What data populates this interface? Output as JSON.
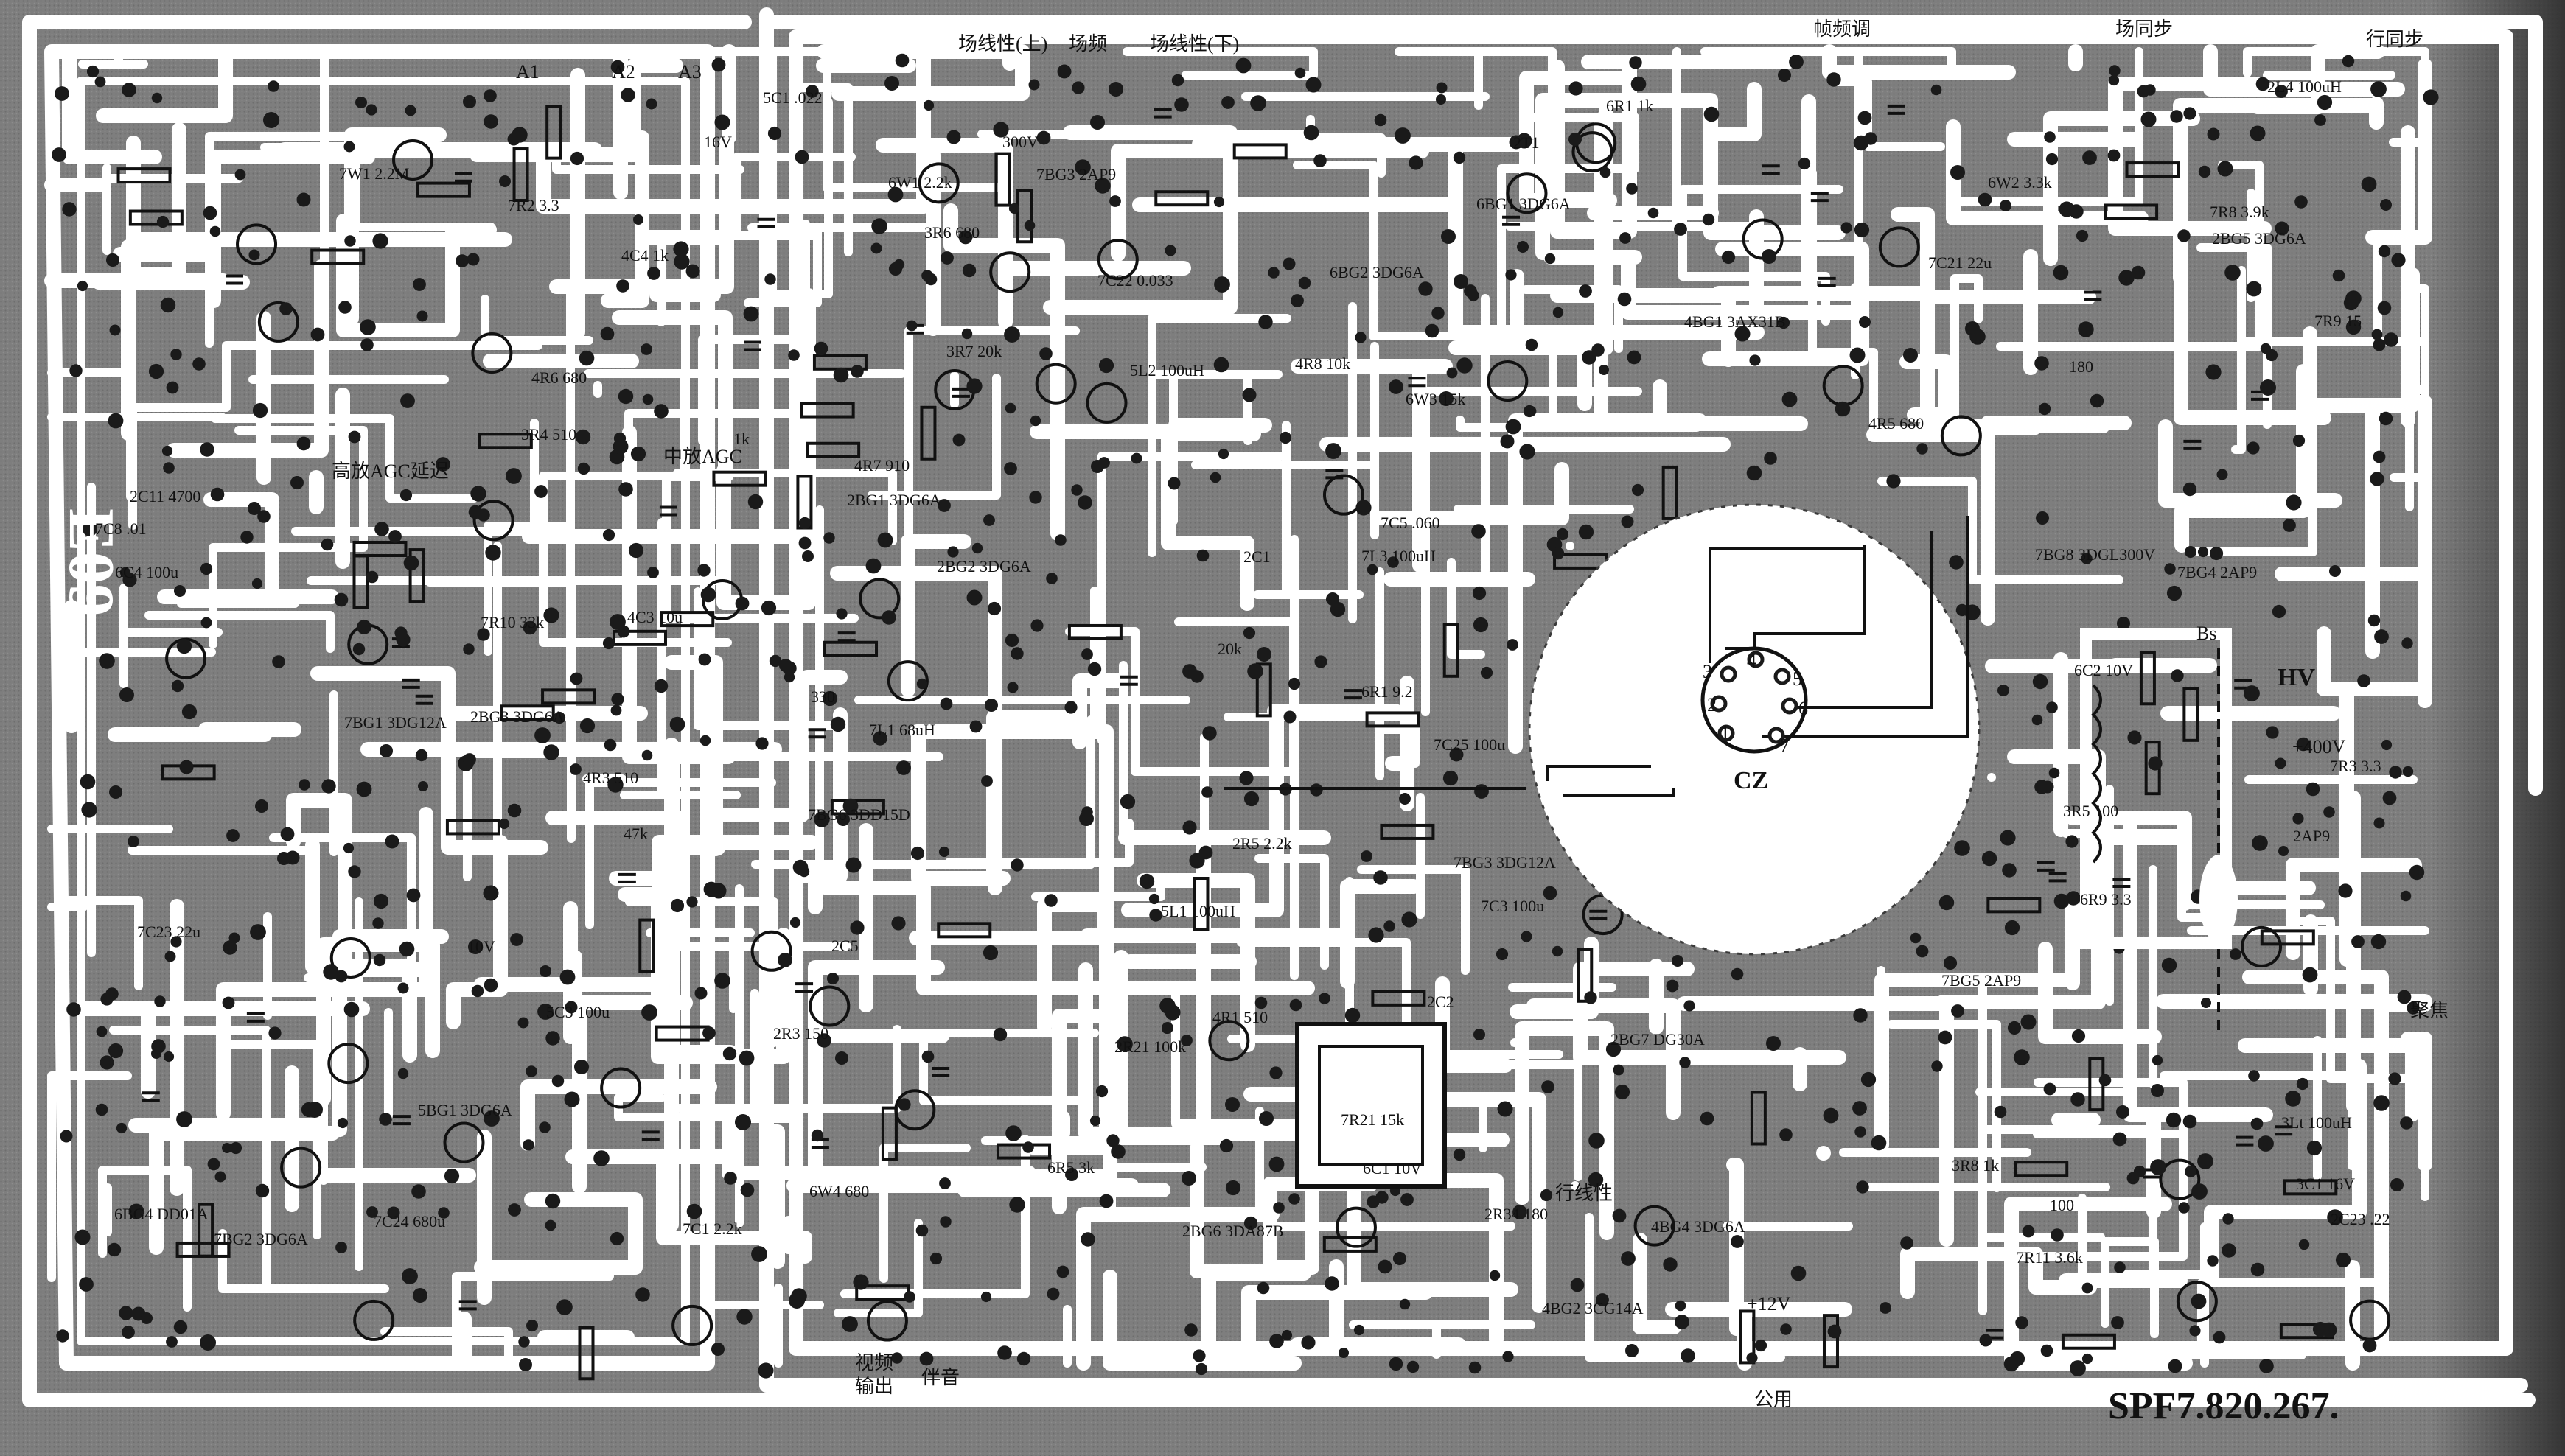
{
  "board": {
    "side_label": "E09",
    "part_number": "SPF7.820.267.",
    "tube_socket": {
      "label": "CZ",
      "pins": [
        "1",
        "2",
        "3",
        "4",
        "5",
        "6",
        "7"
      ]
    },
    "section_labels": [
      "场线性(上)",
      "场频",
      "场线性(下)",
      "帧频调",
      "场同步",
      "行同步",
      "高放AGC延迟",
      "中放AGC",
      "行线性",
      "HV",
      "+400V",
      "+12V",
      "聚焦",
      "视频",
      "伴音",
      "输出",
      "公用",
      "A1",
      "A2",
      "A3",
      "Bs"
    ],
    "components": [
      "2T1",
      "2C1",
      "2C2",
      "2C5",
      "2BG1 3DG6A",
      "2BG2 3DG6A",
      "2BG3 3DG6A",
      "2BG5 3DG6A",
      "4BG1 3AX31B",
      "4BG2 3CG14A",
      "4BG4 3DG6A",
      "5BG1 3DG6A",
      "6BG1 3DG6A",
      "6BG2 3DG6A",
      "6BG4 DD01A",
      "7BG1 3DG12A",
      "7BG2 3DG6A",
      "7BG3 3DG12A",
      "7BG5 2AP9",
      "7BG6 3DD15D",
      "7BG8 3DGL300V",
      "2BG6 3DA87B",
      "2BG7 DG30A",
      "2AP9",
      "7BG3 2AP9",
      "7BG4 2AP9",
      "4R1 510",
      "4R3 510",
      "4R5 680",
      "4R6 680",
      "4R7 910",
      "4R8 10k",
      "2R5 2.2k",
      "6W1 2.2k",
      "6W2 3.3k",
      "6W3 15k",
      "6W4 680",
      "6R5 3k",
      "6R9 3.3",
      "6C1 10V",
      "6C2 10V",
      "6C4 100u",
      "7R2 3.3",
      "7R3 3.3",
      "7C1 2.2k",
      "7R8 3.9k",
      "7R9 15",
      "7R10 33k",
      "7R11 3.6k",
      "7R21 15k",
      "7C3 100u",
      "7C5 .060",
      "7C8 .01",
      "7W1 2.2M",
      "7L1 68uH",
      "7C21 22u",
      "7C22 0.033",
      "7C23 22u",
      "7C24 680u",
      "7C25 100u",
      "6R1 1k",
      "4C3 10u",
      "4C4 1k",
      "2C11 4700",
      "2C23 .22",
      "6R1 9.2",
      "3C1 16V",
      "5C1 .022",
      "5C3 100u",
      "5L1 100uH",
      "5L2 100uH",
      "2L4 100uH",
      "3Lt 100uH",
      "7L3 100uH",
      "2R3 150",
      "3R4 510",
      "3R5 100",
      "3R6 680",
      "3R7 20k",
      "3R8 1k",
      "2R21 100k",
      "2R34 180",
      "1k",
      "47k",
      "20k",
      "330",
      "100",
      "180",
      "16V",
      "10V",
      "300V"
    ]
  },
  "colors": {
    "substrate": "#7e7e7e",
    "copper": "#ffffff",
    "ink": "#111111",
    "edge_shadow": "#2d2d2d"
  }
}
